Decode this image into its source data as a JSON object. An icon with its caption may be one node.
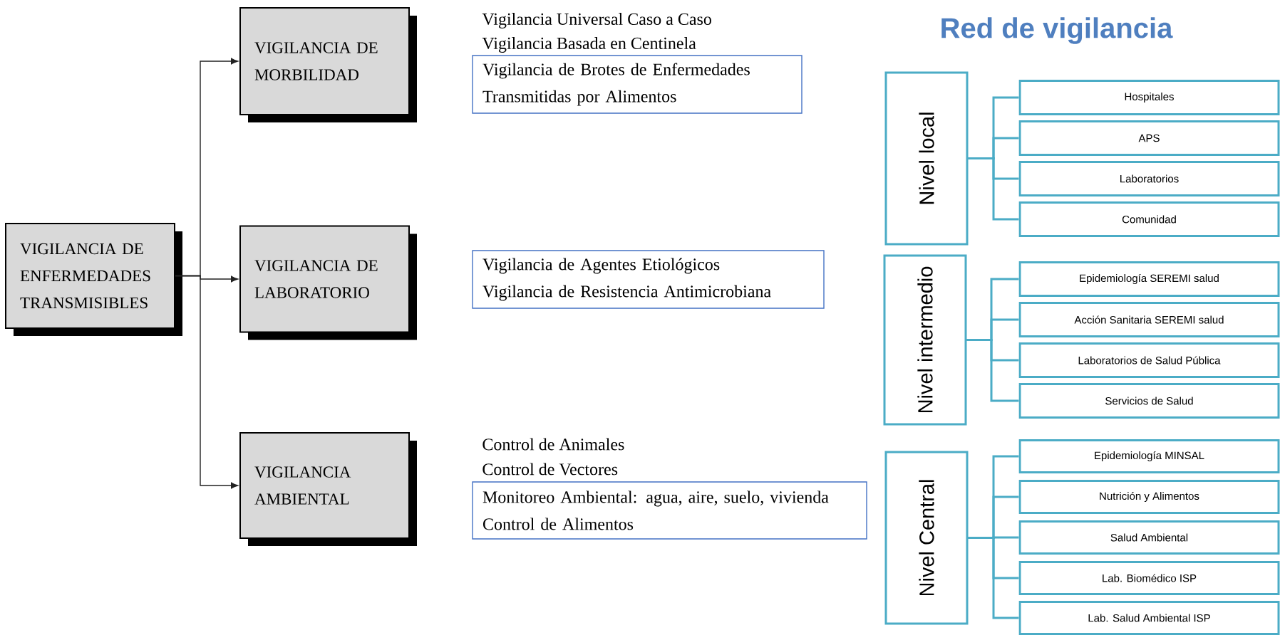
{
  "diagram": {
    "title": "Red de vigilancia",
    "nodes": [
      {
        "text": [
          "VIGILANCIA DE ENFERMEDADES TRANSMISIBLES"
        ]
      },
      {
        "text": [
          "VIGILANCIA DE MORBILIDAD"
        ]
      },
      {
        "text": [
          "VIGILANCIA DE LABORATORIO"
        ]
      },
      {
        "text": [
          "VIGILANCIA AMBIENTAL"
        ]
      },
      {
        "text": [
          "Vigilancia de Brotes de Enfermedades Transmitidas por Alimentos"
        ]
      },
      {
        "text": [
          "Vigilancia de Agentes Etiológicos",
          "Vigilancia de Resistencia Antimicrobiana"
        ]
      },
      {
        "text": [
          "Monitoreo Ambiental: agua, aire, suelo, vivienda",
          "Control de Alimentos"
        ]
      },
      {
        "text": [
          "Nivel local"
        ]
      },
      {
        "text": [
          "Hospitales"
        ]
      },
      {
        "text": [
          "APS"
        ]
      },
      {
        "text": [
          "Laboratorios"
        ]
      },
      {
        "text": [
          "Comunidad"
        ]
      },
      {
        "text": [
          "Nivel intermedio"
        ]
      },
      {
        "text": [
          "Epidemiología SEREMI salud"
        ]
      },
      {
        "text": [
          "Acción Sanitaria SEREMI salud"
        ]
      },
      {
        "text": [
          "Laboratorios de Salud Pública"
        ]
      },
      {
        "text": [
          "Servicios de Salud"
        ]
      },
      {
        "text": [
          "Nivel Central"
        ]
      },
      {
        "text": [
          "Epidemiología MINSAL"
        ]
      },
      {
        "text": [
          "Nutrición y Alimentos"
        ]
      },
      {
        "text": [
          "Salud Ambiental"
        ]
      },
      {
        "text": [
          "Lab. Biomédico ISP"
        ]
      },
      {
        "text": [
          "Lab. Salud Ambiental ISP"
        ]
      }
    ],
    "edges": [
      {
        "from": 0,
        "to": 1,
        "arrow": "to",
        "color": "#222222"
      },
      {
        "from": 0,
        "to": 2,
        "arrow": "to",
        "color": "#222222"
      },
      {
        "from": 0,
        "to": 3,
        "arrow": "to",
        "color": "#222222"
      },
      {
        "from": 7,
        "to": 8,
        "arrow": "none"
      },
      {
        "from": 7,
        "to": 9,
        "arrow": "none"
      },
      {
        "from": 7,
        "to": 10,
        "arrow": "none"
      },
      {
        "from": 7,
        "to": 11,
        "arrow": "none"
      },
      {
        "from": 12,
        "to": 13,
        "arrow": "none"
      },
      {
        "from": 12,
        "to": 14,
        "arrow": "none"
      },
      {
        "from": 12,
        "to": 15,
        "arrow": "none"
      },
      {
        "from": 12,
        "to": 16,
        "arrow": "none"
      },
      {
        "from": 17,
        "to": 18,
        "arrow": "none"
      },
      {
        "from": 17,
        "to": 19,
        "arrow": "none"
      },
      {
        "from": 17,
        "to": 20,
        "arrow": "none"
      },
      {
        "from": 17,
        "to": 21,
        "arrow": "none"
      },
      {
        "from": 17,
        "to": 22,
        "arrow": "none"
      }
    ],
    "labels": [
      "Vigilancia Universal Caso a Caso",
      "Vigilancia Basada en Centinela",
      "Control de Animales",
      "Control de Vectores"
    ]
  }
}
